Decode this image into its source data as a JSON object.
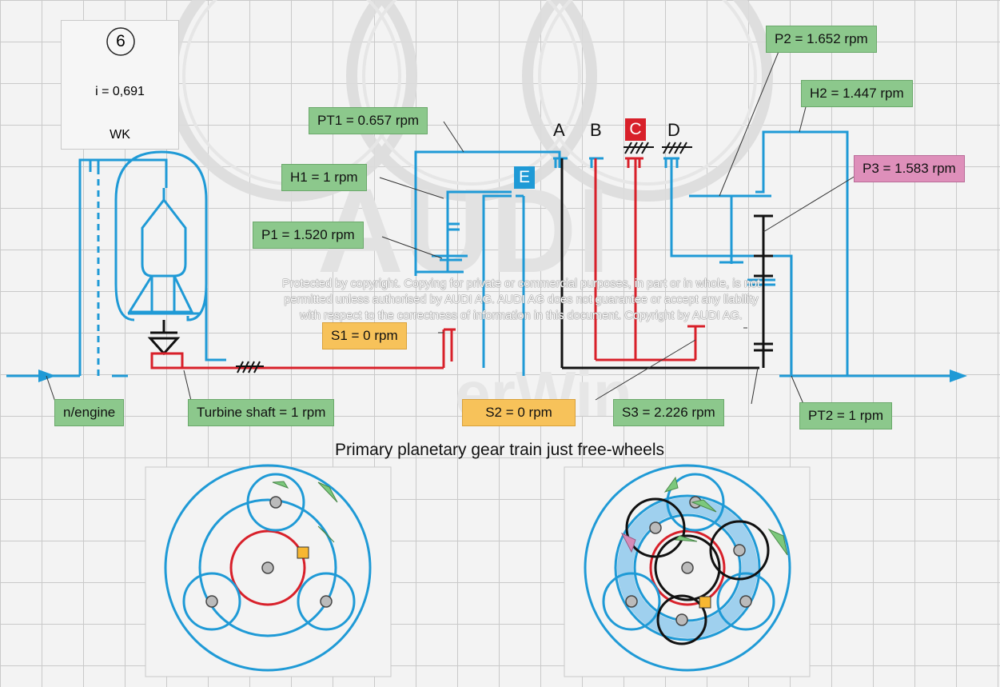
{
  "torque_converter": {
    "gear_number": "6",
    "ratio": "i = 0,691",
    "label": "WK"
  },
  "clutches": {
    "a": "A",
    "b": "B",
    "c": "C",
    "d": "D",
    "e": "E"
  },
  "labels": {
    "p2": "P2 = 1.652 rpm",
    "h2": "H2 = 1.447 rpm",
    "pt1": "PT1 = 0.657 rpm",
    "h1": "H1 = 1 rpm",
    "p3": "P3 = 1.583 rpm",
    "p1": "P1 = 1.520 rpm",
    "s1": "S1 = 0 rpm",
    "n_engine": "n/engine",
    "turbine_shaft": "Turbine shaft = 1 rpm",
    "s2": "S2 = 0 rpm",
    "s3": "S3 = 2.226 rpm",
    "pt2": "PT2 = 1 rpm"
  },
  "copyright": [
    "Protected by copyright. Copying for private or commercial purposes, in part or in whole, is not",
    "permitted unless authorised by AUDI AG. AUDI AG does not guarantee or accept any liability",
    "with respect to the correctness of information in this document. Copyright by AUDI AG."
  ],
  "caption": "Primary planetary gear train just free-wheels",
  "colors": {
    "blue": "#1f9ad6",
    "red": "#d8202a",
    "black": "#111111",
    "green_label": "#8cc88c",
    "orange_label": "#f7c25a",
    "pink_label": "#de8fba",
    "clutch_c_fill": "#d8202a",
    "clutch_e_fill": "#1f9ad6"
  }
}
